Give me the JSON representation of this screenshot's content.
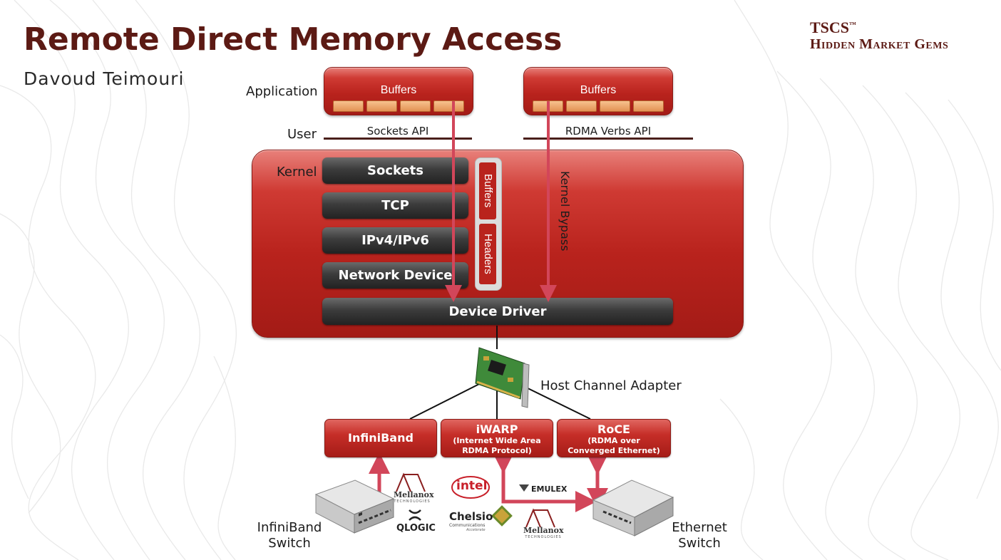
{
  "slide": {
    "title": "Remote Direct Memory Access",
    "author": "Davoud Teimouri"
  },
  "brand": {
    "name": "TSCS",
    "trademark": "™",
    "tagline": "Hidden Market Gems"
  },
  "layers": {
    "application": "Application",
    "user": "User",
    "kernel": "Kernel"
  },
  "apis": {
    "sockets": "Sockets API",
    "rdma_verbs": "RDMA Verbs API"
  },
  "buffers": {
    "left_label": "Buffers",
    "right_label": "Buffers"
  },
  "kernel_stack": [
    "Sockets",
    "TCP",
    "IPv4/IPv6",
    "Network Device"
  ],
  "side_capsule": {
    "top": "Buffers",
    "bottom": "Headers"
  },
  "device_driver": "Device Driver",
  "kernel_bypass": "Kernel Bypass",
  "host_channel_adapter": "Host Channel Adapter",
  "protocols": [
    {
      "name": "InfiniBand",
      "detail_1": "",
      "detail_2": ""
    },
    {
      "name": "iWARP",
      "detail_1": "(Internet Wide Area",
      "detail_2": "RDMA Protocol)"
    },
    {
      "name": "RoCE",
      "detail_1": "(RDMA over",
      "detail_2": "Converged Ethernet)"
    }
  ],
  "switches": {
    "infiniband_line1": "InfiniBand",
    "infiniband_line2": "Switch",
    "ethernet_line1": "Ethernet",
    "ethernet_line2": "Switch"
  },
  "vendors": {
    "mellanox": "Mellanox",
    "mellanox_sub": "TECHNOLOGIES",
    "qlogic": "QLOGIC",
    "intel": "intel",
    "chelsio": "Chelsio",
    "chelsio_sub1": "Communications",
    "chelsio_sub2": "Accelerate",
    "emulex": "EMULEX"
  },
  "colors": {
    "title": "#5c1a14",
    "kernel_red": "#b9231d",
    "arrow_pink": "#d2465a",
    "dark_bar": "#333333",
    "buffer_cell": "#f0a265"
  }
}
